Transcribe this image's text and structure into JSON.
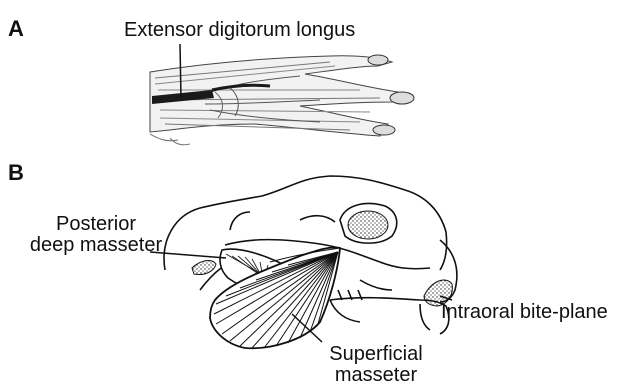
{
  "panels": {
    "a": {
      "letter": "A",
      "label_edl": "Extensor digitorum longus"
    },
    "b": {
      "letter": "B",
      "label_pdm_line1": "Posterior",
      "label_pdm_line2": "deep masseter",
      "label_bite": "Intraoral bite-plane",
      "label_sm_line1": "Superficial",
      "label_sm_line2": "masseter"
    }
  }
}
